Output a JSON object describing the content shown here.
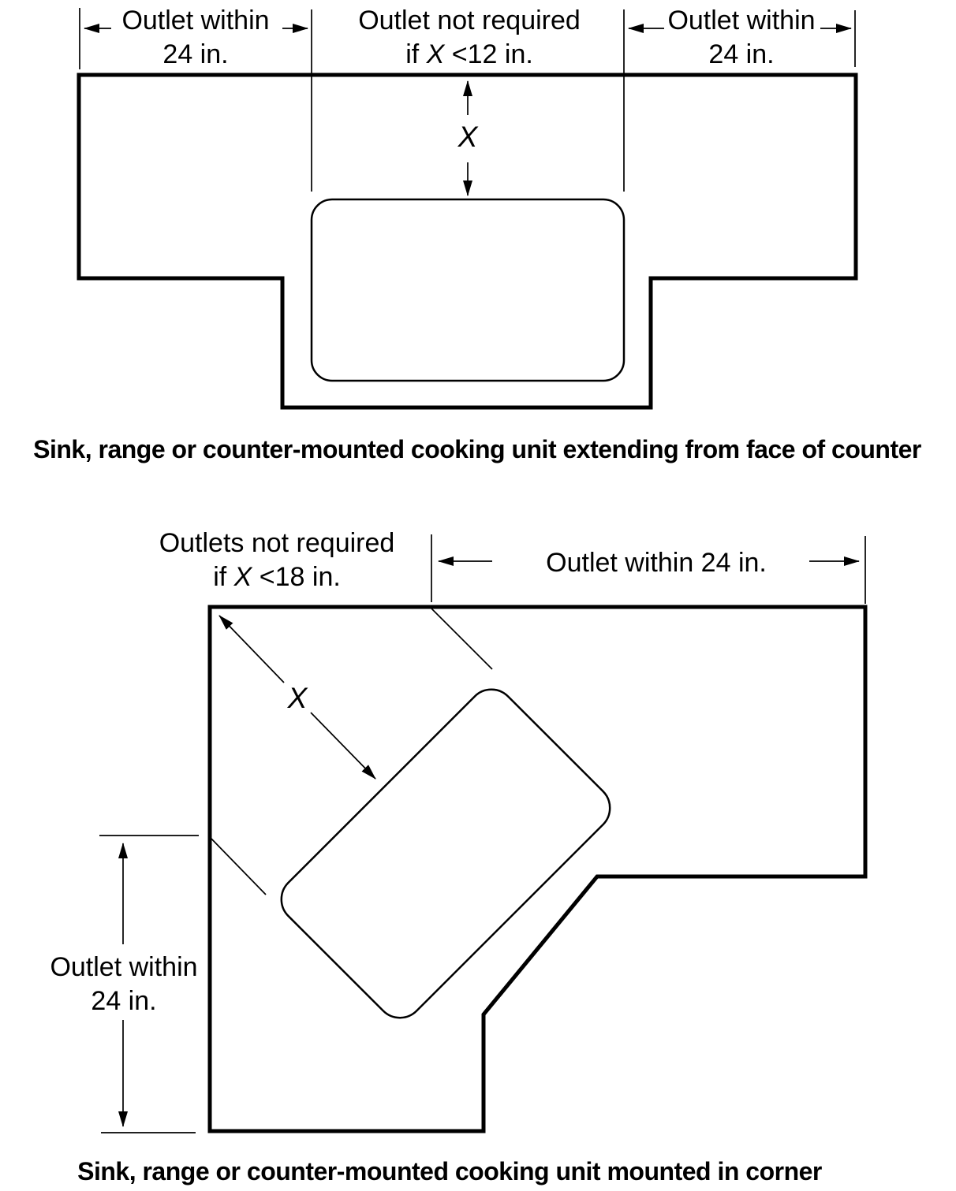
{
  "page": {
    "background_color": "#ffffff",
    "line_color": "#000000"
  },
  "figure_top": {
    "dim_left": {
      "line1": "Outlet within",
      "line2": "24 in."
    },
    "dim_center": {
      "line1": "Outlet not required",
      "line2_pre": "if ",
      "line2_var": "X",
      "line2_post": " <12 in."
    },
    "dim_right": {
      "line1": "Outlet within",
      "line2": "24 in."
    },
    "x_label": "X",
    "caption": "Sink, range or counter-mounted cooking unit extending from face of counter"
  },
  "figure_bottom": {
    "dim_top_left": {
      "line1": "Outlets not required",
      "line2_pre": "if ",
      "line2_var": "X",
      "line2_post": " <18 in."
    },
    "dim_top_right": "Outlet within 24 in.",
    "dim_left": {
      "line1": "Outlet within",
      "line2": "24 in."
    },
    "x_label": "X",
    "caption": "Sink, range or counter-mounted cooking unit mounted in corner"
  }
}
